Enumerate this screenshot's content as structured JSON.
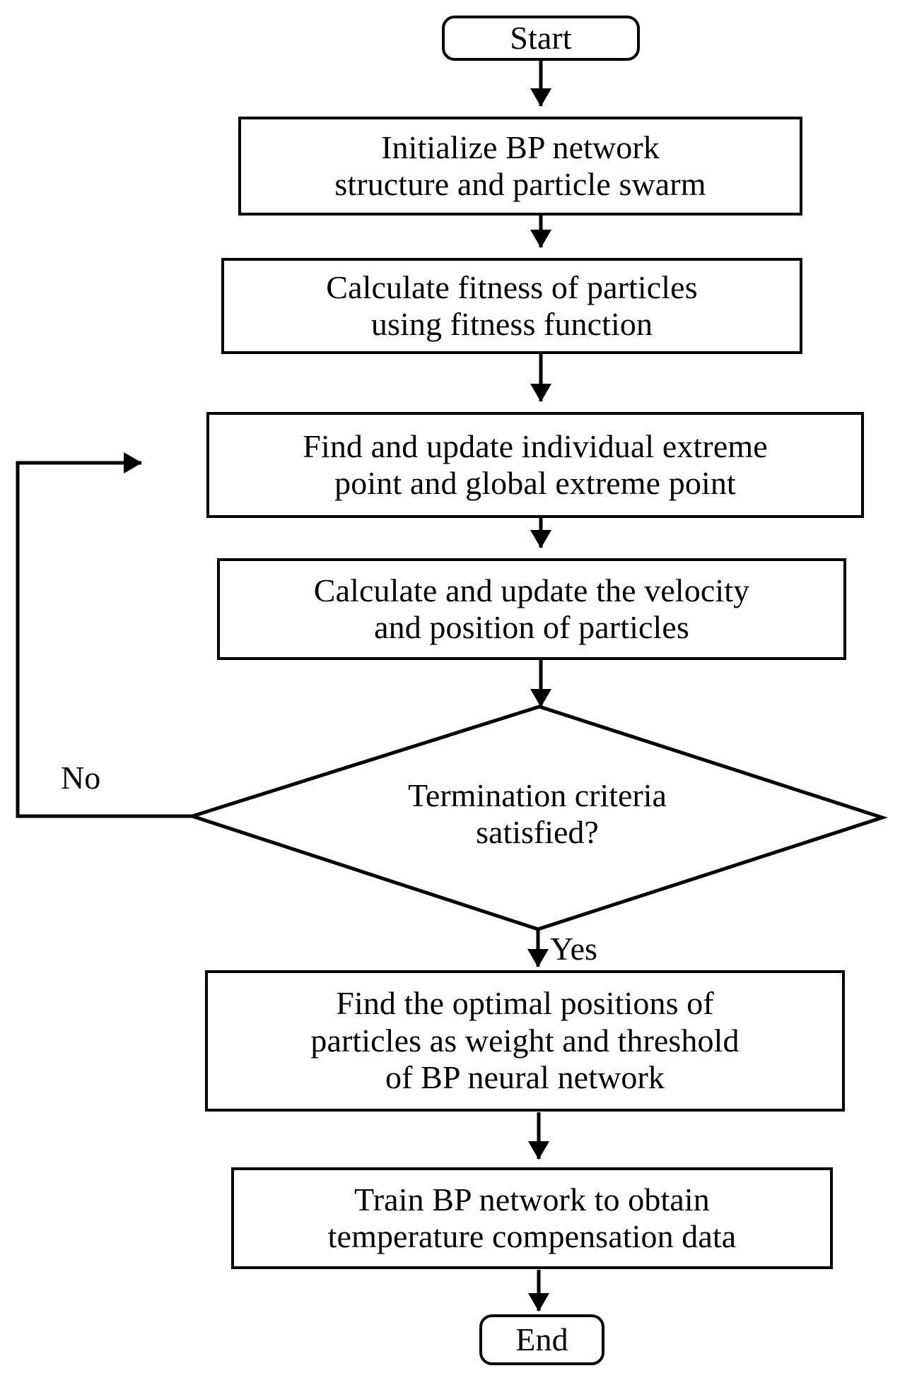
{
  "diagram": {
    "type": "flowchart",
    "title": "PSO-BP neural network temperature compensation flowchart",
    "stroke_color": "#000000",
    "background_color": "#ffffff",
    "nodes": [
      {
        "id": "start",
        "shape": "terminal",
        "text": "Start"
      },
      {
        "id": "init",
        "shape": "process",
        "text": "Initialize  BP network\nstructure and particle swarm"
      },
      {
        "id": "fitness",
        "shape": "process",
        "text": "Calculate fitness of particles\nusing fitness function"
      },
      {
        "id": "extreme",
        "shape": "process",
        "text": "Find and update individual extreme\npoint and global extreme point"
      },
      {
        "id": "velocity",
        "shape": "process",
        "text": "Calculate and update the velocity\nand position of particles"
      },
      {
        "id": "decision",
        "shape": "diamond",
        "text": "Termination criteria\nsatisfied?"
      },
      {
        "id": "optimal",
        "shape": "process",
        "text": "Find the optimal positions of\nparticles as weight and threshold\nof BP neural network"
      },
      {
        "id": "train",
        "shape": "process",
        "text": "Train BP network to obtain\ntemperature compensation data"
      },
      {
        "id": "end",
        "shape": "terminal",
        "text": "End"
      }
    ],
    "edge_labels": {
      "no": "No",
      "yes": "Yes"
    }
  }
}
